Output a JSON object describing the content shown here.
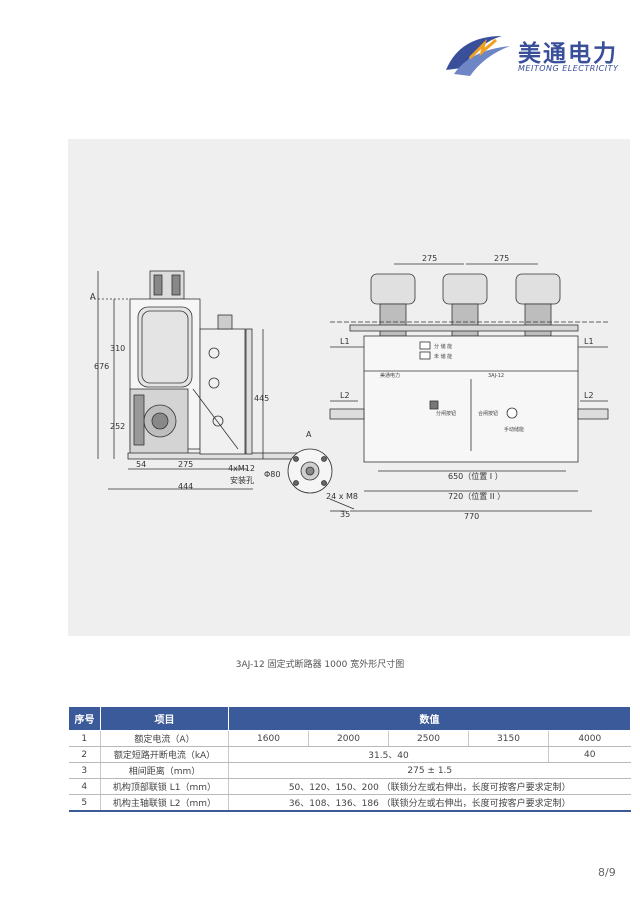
{
  "brand": {
    "name_cn": "美通电力",
    "name_en": "MEITONG ELECTRICITY"
  },
  "drawing": {
    "caption": "3AJ-12 固定式断路器 1000 宽外形尺寸图",
    "side_view_dims": [
      "A",
      "310",
      "676",
      "252",
      "445",
      "54",
      "275",
      "4xM12",
      "安装孔",
      "444",
      "Φ80"
    ],
    "detail_a_dims": [
      "A",
      "24 x M8",
      "35"
    ],
    "front_view_dims": [
      "275",
      "275",
      "L1",
      "L1",
      "L2",
      "L2",
      "650（位置 I ）",
      "720（位置 II ）",
      "770"
    ],
    "panel_labels": [
      "分闸按钮",
      "合闸按钮",
      "手动储能",
      "美通电力",
      "3AJ-12",
      "分 储 能",
      "未 储 能"
    ]
  },
  "table": {
    "headers": [
      "序号",
      "项目",
      "数值"
    ],
    "rows": [
      {
        "no": "1",
        "item": "额定电流（A）",
        "values": [
          "1600",
          "2000",
          "2500",
          "3150",
          "4000"
        ]
      },
      {
        "no": "2",
        "item": "额定短路开断电流（kA）",
        "value_a": "31.5、40",
        "value_b": "40"
      },
      {
        "no": "3",
        "item": "相间距离（mm）",
        "value": "275 ± 1.5"
      },
      {
        "no": "4",
        "item": "机构顶部联锁 L1（mm）",
        "value": "50、120、150、200 （联锁分左或右伸出，长度可按客户要求定制）"
      },
      {
        "no": "5",
        "item": "机构主轴联锁 L2（mm）",
        "value": "36、108、136、186 （联锁分左或右伸出，长度可按客户要求定制）"
      }
    ]
  },
  "page": "8/9",
  "colors": {
    "brand_blue": "#3a4f9a",
    "header_blue": "#3b5a9a",
    "accent_orange": "#f0a020"
  }
}
